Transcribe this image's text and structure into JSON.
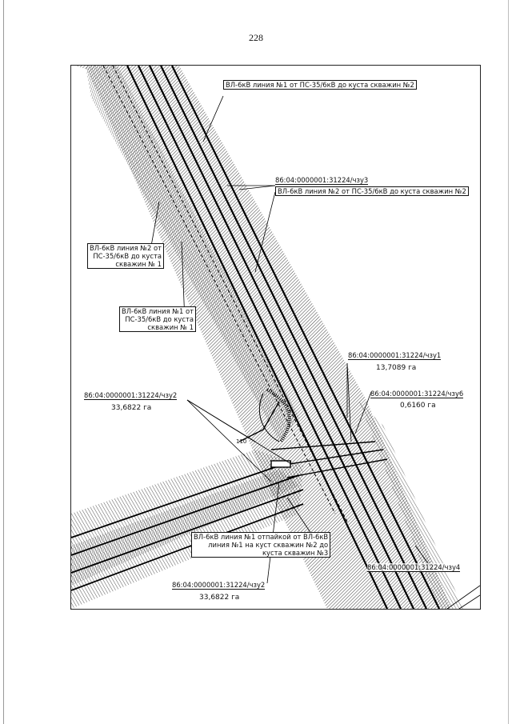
{
  "page": {
    "number": "228"
  },
  "labels": {
    "line1_to_cluster2": "ВЛ-6кВ линия №1 от ПС-35/6кВ до куста скважин №2",
    "line2_to_cluster2": "ВЛ-6кВ линия №2 от ПС-35/6кВ до куста скважин №2",
    "line2_to_cluster1": [
      "ВЛ-6кВ линия №2 от",
      "ПС-35/6кВ до куста",
      "скважин № 1"
    ],
    "line1_to_cluster1": [
      "ВЛ-6кВ линия №1 от",
      "ПС-35/6кВ до куста",
      "скважин № 1"
    ],
    "branch_line": [
      "ВЛ-6кВ линия №1 отпайкой от ВЛ-6кВ",
      "линия №1 на куст скважин №2 до",
      "куста скважин №3"
    ],
    "small_mark": "110"
  },
  "parcels": {
    "chzu3": {
      "code": "86:04:0000001:31224/чзу3"
    },
    "chzu1": {
      "code": "86:04:0000001:31224/чзу1",
      "area": "13,7089 га"
    },
    "chzu6": {
      "code": "86:04:0000001:31224/чзу6",
      "area": "0,6160 га"
    },
    "chzu2_top": {
      "code": "86:04:0000001:31224/чзу2",
      "area": "33,6822 га"
    },
    "chzu2_bottom": {
      "code": "86:04:0000001:31224/чзу2",
      "area": "33,6822 га"
    },
    "chzu4": {
      "code": "86:04:0000001:31224/чзу4"
    }
  }
}
